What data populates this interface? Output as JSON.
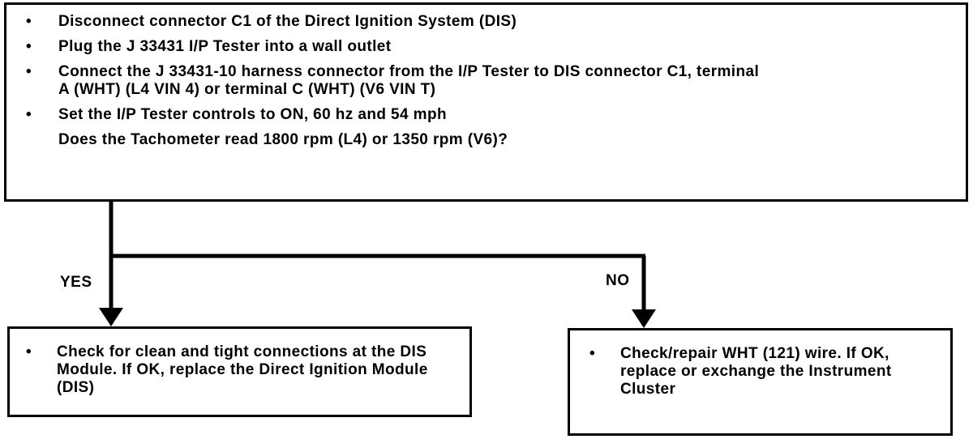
{
  "start": {
    "bullets": [
      "Disconnect connector C1 of the Direct Ignition System (DIS)",
      "Plug the J 33431 I/P Tester into a wall outlet",
      "Connect the J 33431-10 harness connector from the I/P Tester to DIS connector C1, terminal A (WHT) (L4 VIN 4) or terminal C (WHT) (V6 VIN T)",
      "Set the I/P Tester controls to ON, 60 hz and 54 mph"
    ],
    "question": "Does the Tachometer read 1800 rpm (L4) or 1350 rpm (V6)?"
  },
  "branches": {
    "yes_label": "YES",
    "no_label": "NO"
  },
  "yes_result": {
    "bullets": [
      "Check for clean and tight connections at the DIS Module. If OK, replace the Direct Ignition Module (DIS)"
    ]
  },
  "no_result": {
    "bullets": [
      "Check/repair WHT (121) wire. If OK, replace or exchange the Instrument Cluster"
    ]
  },
  "bullet_glyph": "•"
}
